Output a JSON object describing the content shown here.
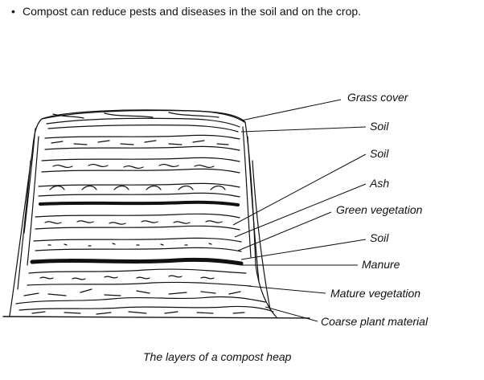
{
  "bullet": {
    "symbol": "•",
    "text": "Compost can reduce pests and diseases in the soil and on the crop."
  },
  "labels": [
    "Grass cover",
    "Soil",
    "Soil",
    "Ash",
    "Green vegetation",
    "Soil",
    "Manure",
    "Mature vegetation",
    "Coarse plant material"
  ],
  "caption": "The layers of a compost heap",
  "colors": {
    "ink": "#111111",
    "background": "#ffffff"
  }
}
